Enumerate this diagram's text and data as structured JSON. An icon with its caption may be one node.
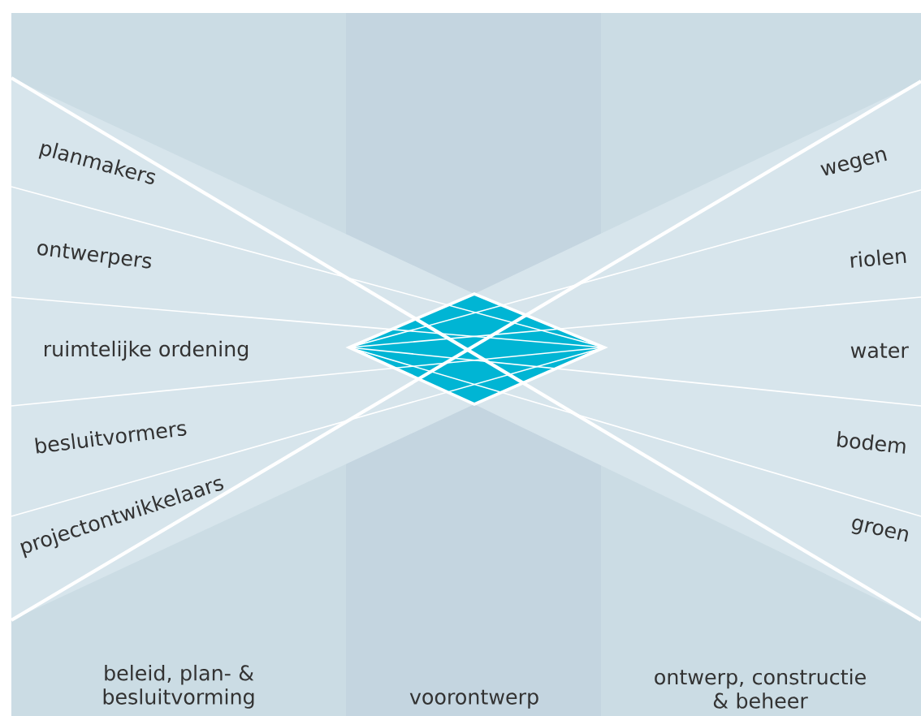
{
  "diagram": {
    "labels": [
      "planmakers",
      "wegen",
      "ontwerpers",
      "riolen",
      "ruimtelijke ordening",
      "water",
      "besluitvormers",
      "bodem",
      "projectontwikkelaars",
      "groen",
      "beleid, plan- & besluitvorming",
      "voorontwerp",
      "ontwerp, constructie & beheer"
    ]
  }
}
